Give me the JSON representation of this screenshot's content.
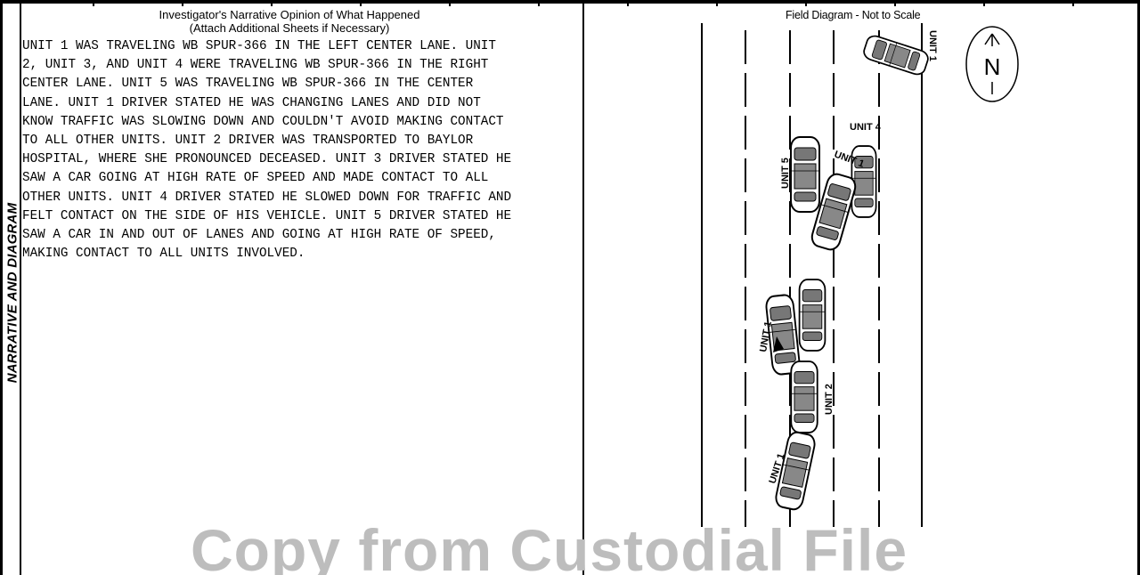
{
  "side_label": "NARRATIVE AND DIAGRAM",
  "narrative": {
    "heading_line1": "Investigator's Narrative Opinion of What Happened",
    "heading_line2": "(Attach Additional Sheets if Necessary)",
    "lines": [
      "UNIT 1 WAS TRAVELING WB SPUR-366 IN THE LEFT CENTER LANE. UNIT",
      "2, UNIT 3, AND UNIT 4 WERE TRAVELING WB SPUR-366 IN THE RIGHT",
      "CENTER LANE. UNIT 5 WAS TRAVELING WB SPUR-366 IN THE CENTER",
      "LANE. UNIT 1 DRIVER STATED HE WAS CHANGING LANES AND DID NOT",
      "KNOW TRAFFIC WAS SLOWING DOWN AND COULDN'T AVOID MAKING CONTACT",
      "TO ALL OTHER UNITS. UNIT 2 DRIVER WAS TRANSPORTED TO BAYLOR",
      "HOSPITAL, WHERE SHE PRONOUNCED DECEASED. UNIT 3 DRIVER STATED HE",
      "SAW A CAR GOING AT HIGH RATE OF SPEED AND MADE CONTACT TO ALL",
      "OTHER UNITS. UNIT 4 DRIVER STATED HE SLOWED DOWN FOR TRAFFIC AND",
      "FELT CONTACT ON THE SIDE OF HIS VEHICLE. UNIT 5 DRIVER STATED HE",
      "SAW A CAR IN AND OUT OF LANES AND GOING AT HIGH RATE OF SPEED,",
      "MAKING CONTACT TO ALL UNITS INVOLVED."
    ]
  },
  "diagram": {
    "title": "Field Diagram - Not to Scale",
    "north_label": "N",
    "vehicle_labels": {
      "unit1_top": "UNIT 1",
      "unit4": "UNIT 4",
      "unit5": "UNIT 5",
      "unit1_mid": "UNIT 1",
      "unit1_lower": "UNIT 1",
      "unit2": "UNIT 2",
      "unit1_bottom": "UNIT 1"
    }
  },
  "watermark": "Copy from Custodial File"
}
